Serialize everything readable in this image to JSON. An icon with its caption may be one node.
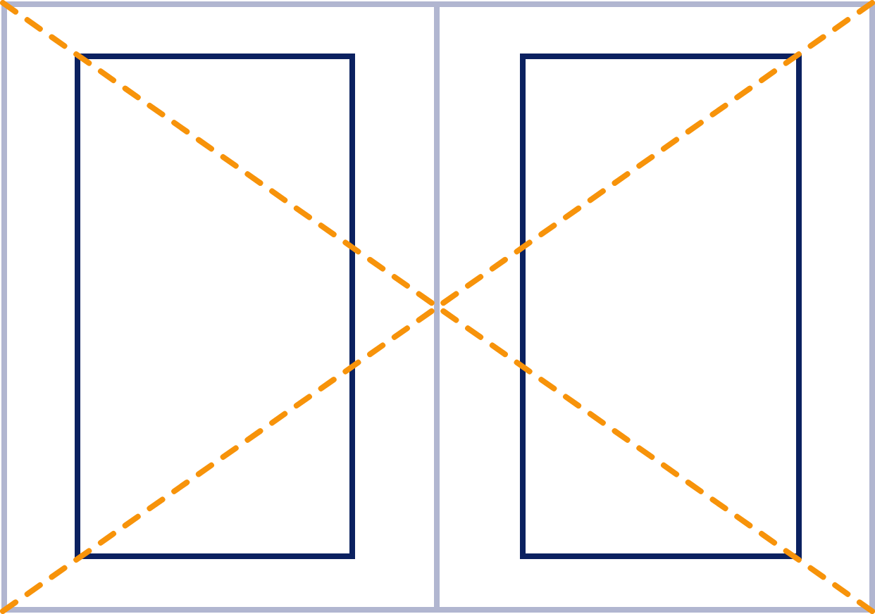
{
  "diagram": {
    "nodes": [
      {
        "text": [],
        "shape": "box"
      },
      {
        "text": [],
        "shape": "box"
      },
      {
        "text": [],
        "shape": "box",
        "in": 0
      },
      {
        "text": [],
        "shape": "box",
        "in": 1
      }
    ]
  }
}
